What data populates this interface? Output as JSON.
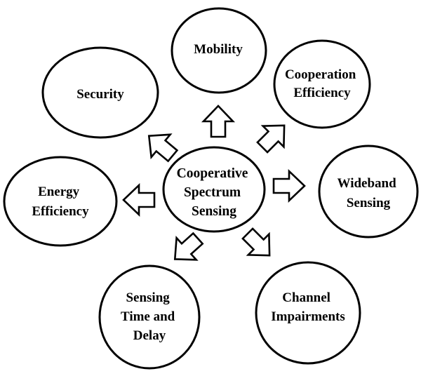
{
  "center": {
    "lines": [
      "Cooperative",
      "Spectrum",
      "Sensing"
    ]
  },
  "nodes": {
    "mobility": {
      "lines": [
        "Mobility"
      ]
    },
    "cooperation_efficiency": {
      "lines": [
        "Cooperation",
        "Efficiency"
      ]
    },
    "security": {
      "lines": [
        "Security"
      ]
    },
    "wideband_sensing": {
      "lines": [
        "Wideband",
        "Sensing"
      ]
    },
    "energy_efficiency": {
      "lines": [
        "Energy",
        "Efficiency"
      ]
    },
    "sensing_time_and_delay": {
      "lines": [
        "Sensing",
        "Time and",
        "Delay"
      ]
    },
    "channel_impairments": {
      "lines": [
        "Channel",
        "Impairments"
      ]
    }
  },
  "colors": {
    "stroke": "#000000",
    "fill": "#ffffff",
    "text": "#000000"
  }
}
